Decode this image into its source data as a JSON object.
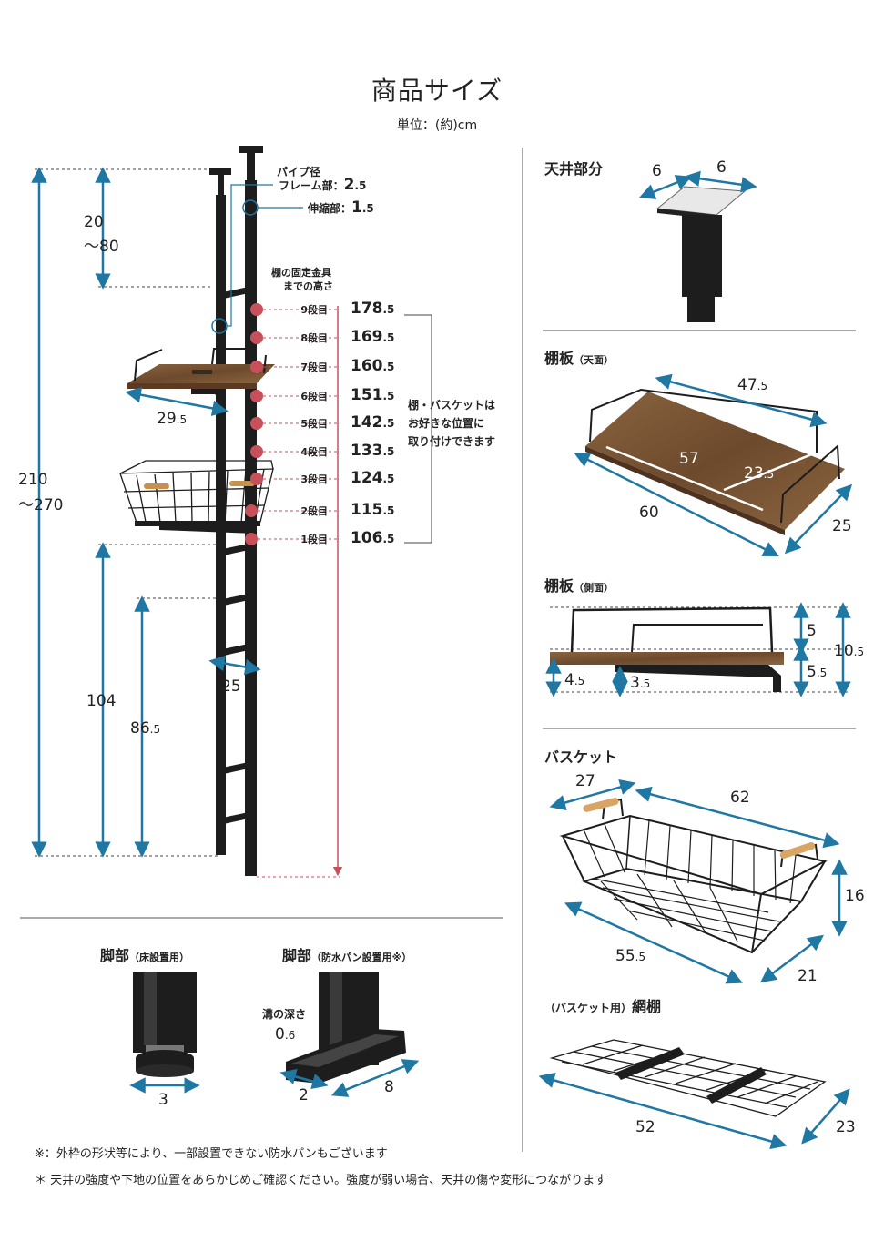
{
  "title": "商品サイズ",
  "unit": "単位：(約)cm",
  "colors": {
    "dimension": "#1f77a3",
    "height": "#c8505a",
    "wood": "#7a5534",
    "metal": "#1d1d1d"
  },
  "pipe": {
    "title": "パイプ径",
    "frame_label": "フレーム部：",
    "frame_int": "2",
    "frame_dec": ".5",
    "tele_label": "伸縮部：",
    "tele_int": "1",
    "tele_dec": ".5"
  },
  "main": {
    "extend_a": "20",
    "extend_b": "〜80",
    "total_a": "210",
    "total_b": "〜270",
    "shelf_w_int": "29",
    "shelf_w_dec": ".5",
    "h104": "104",
    "h86_int": "86",
    "h86_dec": ".5",
    "frame_w": "25",
    "bracket_title_a": "棚の固定金具",
    "bracket_title_b": "までの高さ",
    "levels": [
      {
        "label": "9段目",
        "int": "178",
        "dec": ".5"
      },
      {
        "label": "8段目",
        "int": "169",
        "dec": ".5"
      },
      {
        "label": "7段目",
        "int": "160",
        "dec": ".5"
      },
      {
        "label": "6段目",
        "int": "151",
        "dec": ".5"
      },
      {
        "label": "5段目",
        "int": "142",
        "dec": ".5"
      },
      {
        "label": "4段目",
        "int": "133",
        "dec": ".5"
      },
      {
        "label": "3段目",
        "int": "124",
        "dec": ".5"
      },
      {
        "label": "2段目",
        "int": "115",
        "dec": ".5"
      },
      {
        "label": "1段目",
        "int": "106",
        "dec": ".5"
      }
    ],
    "note_a": "棚・バスケットは",
    "note_b": "お好きな位置に",
    "note_c": "取り付けできます"
  },
  "ceiling": {
    "title": "天井部分",
    "w1": "6",
    "w2": "6"
  },
  "shelf_top": {
    "title": "棚板",
    "sub": "（天面）",
    "w_int": "47",
    "w_dec": ".5",
    "inner": "57",
    "d_int": "23",
    "d_dec": ".5",
    "outer_w": "60",
    "outer_d": "25"
  },
  "shelf_side": {
    "title": "棚板",
    "sub": "（側面）",
    "rail": "5",
    "total_int": "10",
    "total_dec": ".5",
    "lower_int": "5",
    "lower_dec": ".5",
    "board_int": "4",
    "board_dec": ".5",
    "gap_int": "3",
    "gap_dec": ".5"
  },
  "basket": {
    "title": "バスケット",
    "top_d": "27",
    "top_w": "62",
    "height": "16",
    "bottom_w_int": "55",
    "bottom_w_dec": ".5",
    "bottom_d": "21"
  },
  "grid": {
    "title_a": "（バスケット用）",
    "title_b": "網棚",
    "w": "52",
    "d": "23"
  },
  "foot_floor": {
    "title": "脚部",
    "sub": "（床設置用）",
    "w": "3"
  },
  "foot_pan": {
    "title": "脚部",
    "sub": "（防水パン設置用※）",
    "groove_label": "溝の深さ",
    "groove_int": "0",
    "groove_dec": ".6",
    "w": "2",
    "d": "8"
  },
  "notes": [
    "※：外枠の形状等により、一部設置できない防水パンもございます",
    "＊ 天井の強度や下地の位置をあらかじめご確認ください。強度が弱い場合、天井の傷や変形につながります"
  ]
}
